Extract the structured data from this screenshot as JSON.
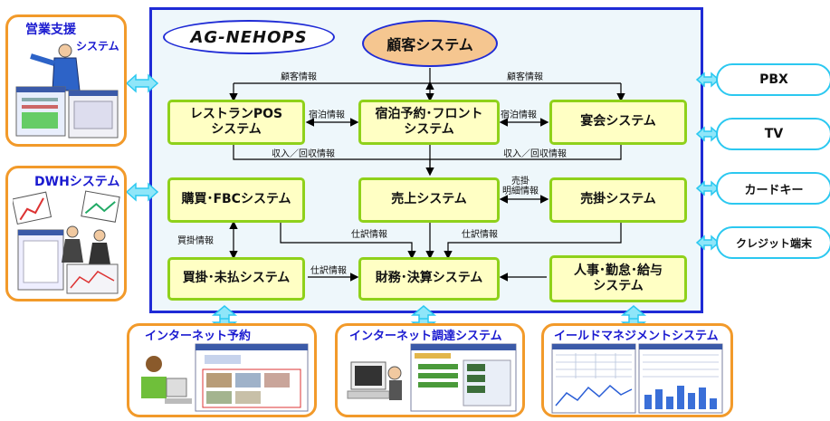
{
  "diagram": {
    "title": "AG-NEHOPS",
    "customer_system": "顧客システム",
    "systems": {
      "restaurant_pos": "レストランPOS\nシステム",
      "lodging_front": "宿泊予約･フロント\nシステム",
      "banquet": "宴会システム",
      "purchasing_fbc": "購買･FBCシステム",
      "sales": "売上システム",
      "receivables": "売掛システム",
      "payables": "買掛･未払システム",
      "finance": "財務･決算システム",
      "hr_payroll": "人事･勤怠･給与\nシステム"
    },
    "flow_labels": {
      "customer_info_left": "顧客情報",
      "customer_info_right": "顧客情報",
      "lodging_info_left": "宿泊情報",
      "lodging_info_right": "宿泊情報",
      "revenue_left": "収入／回収情報",
      "revenue_right": "収入／回収情報",
      "receivable_detail": "売掛\n明細情報",
      "payable_info": "買掛情報",
      "journal_1": "仕訳情報",
      "journal_2": "仕訳情報",
      "journal_3": "仕訳情報"
    },
    "left_systems": {
      "sales_support_1": "営業支援",
      "sales_support_2": "システム",
      "dwh": "DWHシステム"
    },
    "right_systems": [
      "PBX",
      "TV",
      "カードキー",
      "クレジット端末"
    ],
    "bottom_systems": {
      "internet_booking": "インターネット予約",
      "internet_procurement": "インターネット調達システム",
      "yield_management": "イールドマネジメントシステム"
    },
    "colors": {
      "frame_border": "#1f2bd6",
      "system_fill": "#ffffc4",
      "system_border": "#8fd11a",
      "side_border": "#f29a2a",
      "connector": "#2bc8f0",
      "customer_fill": "#f5c690"
    }
  }
}
